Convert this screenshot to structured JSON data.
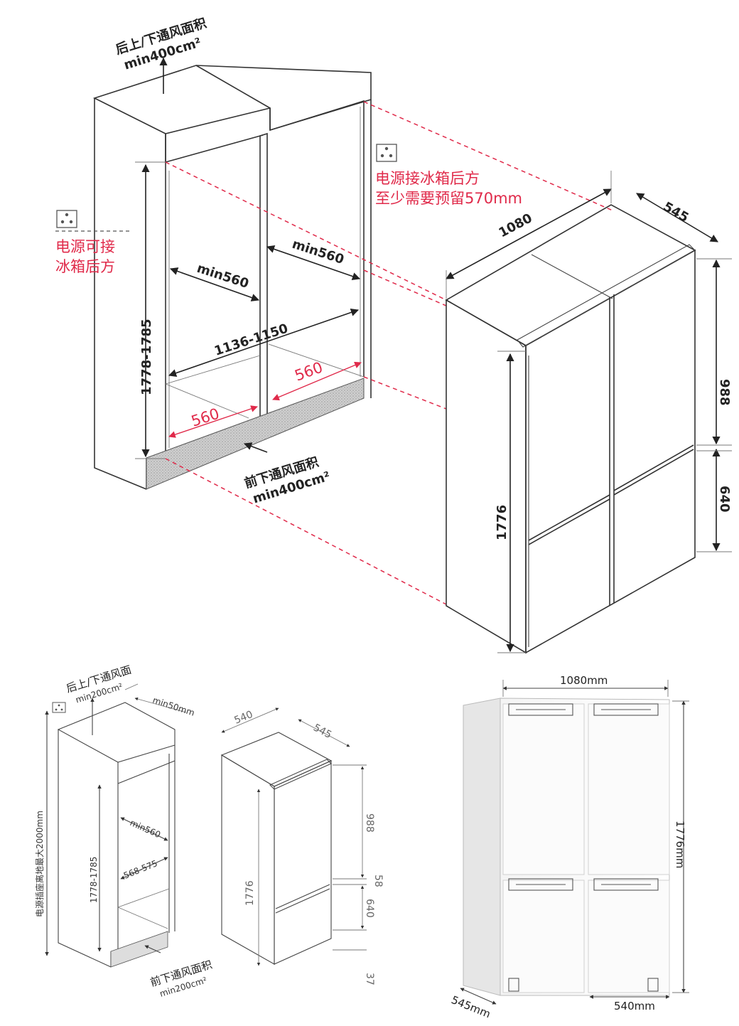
{
  "top": {
    "rear_vent_label_1": "后上/下通风面积",
    "rear_vent_label_2": "min400cm²",
    "socket_right_label_1": "电源接冰箱后方",
    "socket_right_label_2": "至少需要预留570mm",
    "socket_left_label_1": "电源可接",
    "socket_left_label_2": "冰箱后方",
    "depth_left": "min560",
    "depth_right": "min560",
    "width_niche": "1136-1150",
    "bottom_depth_left": "560",
    "bottom_depth_right": "560",
    "niche_height": "1778-1785",
    "front_vent_label_1": "前下通风面积",
    "front_vent_label_2": "min400cm²",
    "unit_width": "1080",
    "unit_depth": "545",
    "unit_upper": "988",
    "unit_lower": "640",
    "unit_height": "1776"
  },
  "bottom_left": {
    "vent_label_1": "后上/下通风面",
    "vent_label_2": "min200cm²",
    "gap": "min50mm",
    "socket_height": "电源插座离地最大2000mm",
    "niche_height": "1778-1785",
    "depth": "min560",
    "width": "568-575",
    "front_vent_1": "前下通风面积",
    "front_vent_2": "min200cm²"
  },
  "bottom_mid": {
    "width": "540",
    "depth": "545",
    "upper": "988",
    "gap": "58",
    "lower": "640",
    "base": "37",
    "height": "1776"
  },
  "bottom_right": {
    "width": "1080mm",
    "height": "1776mm",
    "depth": "545mm",
    "single_width": "540mm"
  }
}
